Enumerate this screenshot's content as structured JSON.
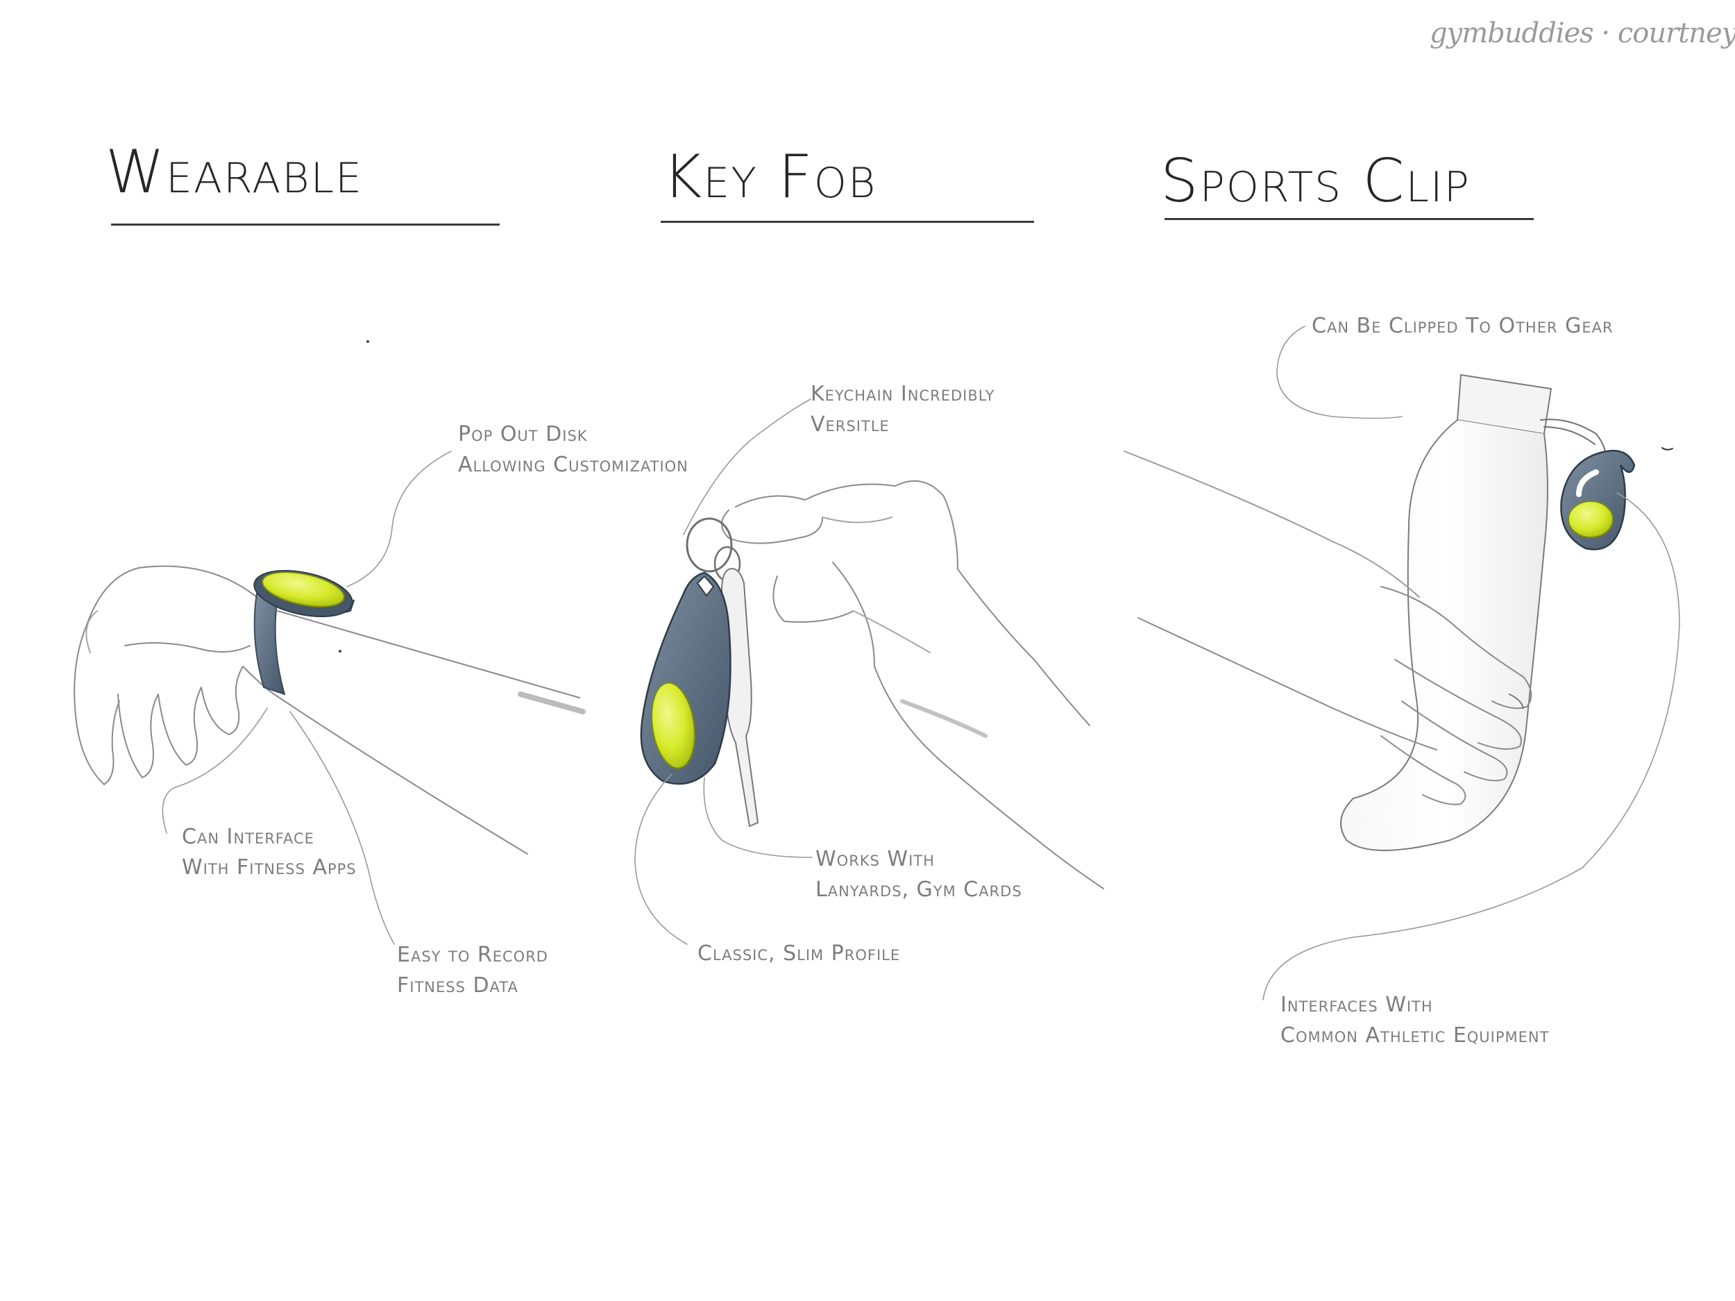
{
  "signature": "gymbuddies · courtney pozzi",
  "sections": [
    {
      "title": "Wearable"
    },
    {
      "title": "Key Fob"
    },
    {
      "title": "Sports Clip"
    }
  ],
  "notes": {
    "wearable": {
      "pop_out_1": "Pop Out Disk",
      "pop_out_2": "Allowing Customization",
      "interface_1": "Can Interface",
      "interface_2": "With Fitness Apps",
      "record_1": "Easy to Record",
      "record_2": "Fitness Data"
    },
    "keyfob": {
      "keychain_1": "Keychain Incredibly",
      "keychain_2": "Versitle",
      "lanyards_1": "Works With",
      "lanyards_2": "Lanyards, Gym Cards",
      "slim": "Classic, Slim Profile"
    },
    "sportsclip": {
      "clipped": "Can Be Clipped To Other Gear",
      "equipment_1": "Interfaces With",
      "equipment_2": "Common Athletic Equipment"
    }
  },
  "colors": {
    "accent_lime": "#d6ea2a",
    "band_slate": "#5c6f80",
    "sketch_line": "#8a8a8a"
  }
}
